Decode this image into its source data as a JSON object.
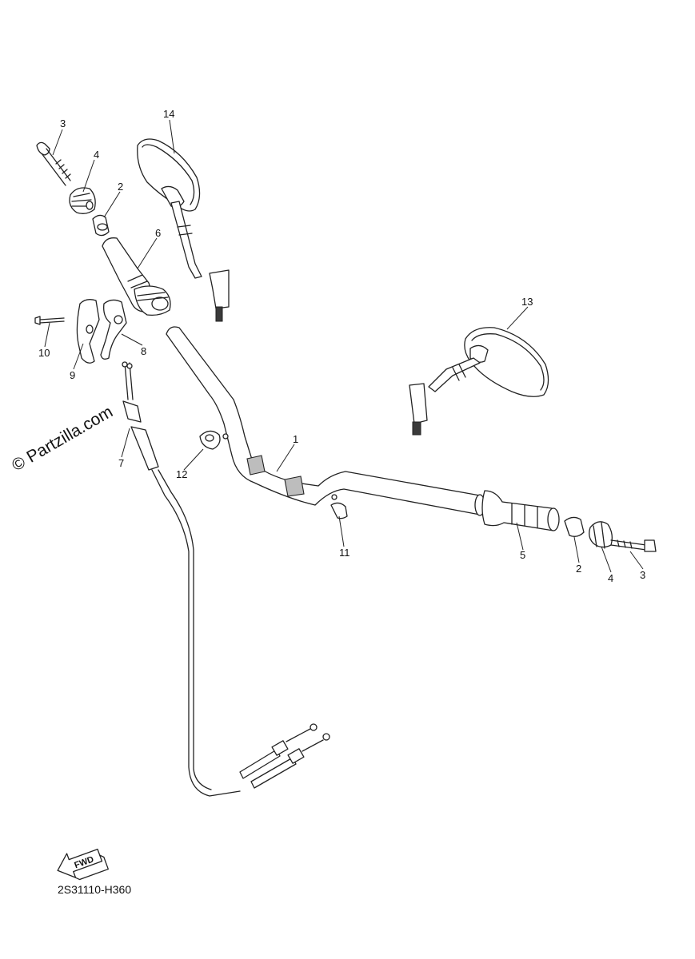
{
  "watermark": "© Partzilla.com",
  "diagram_code": "2S31110-H360",
  "fwd_label": "FWD",
  "callouts": {
    "c14": "14",
    "c3a": "3",
    "c4a": "4",
    "c2a": "2",
    "c6": "6",
    "c10": "10",
    "c9": "9",
    "c8": "8",
    "c7": "7",
    "c12": "12",
    "c1": "1",
    "c13": "13",
    "c11": "11",
    "c5": "5",
    "c2b": "2",
    "c4b": "4",
    "c3b": "3"
  }
}
